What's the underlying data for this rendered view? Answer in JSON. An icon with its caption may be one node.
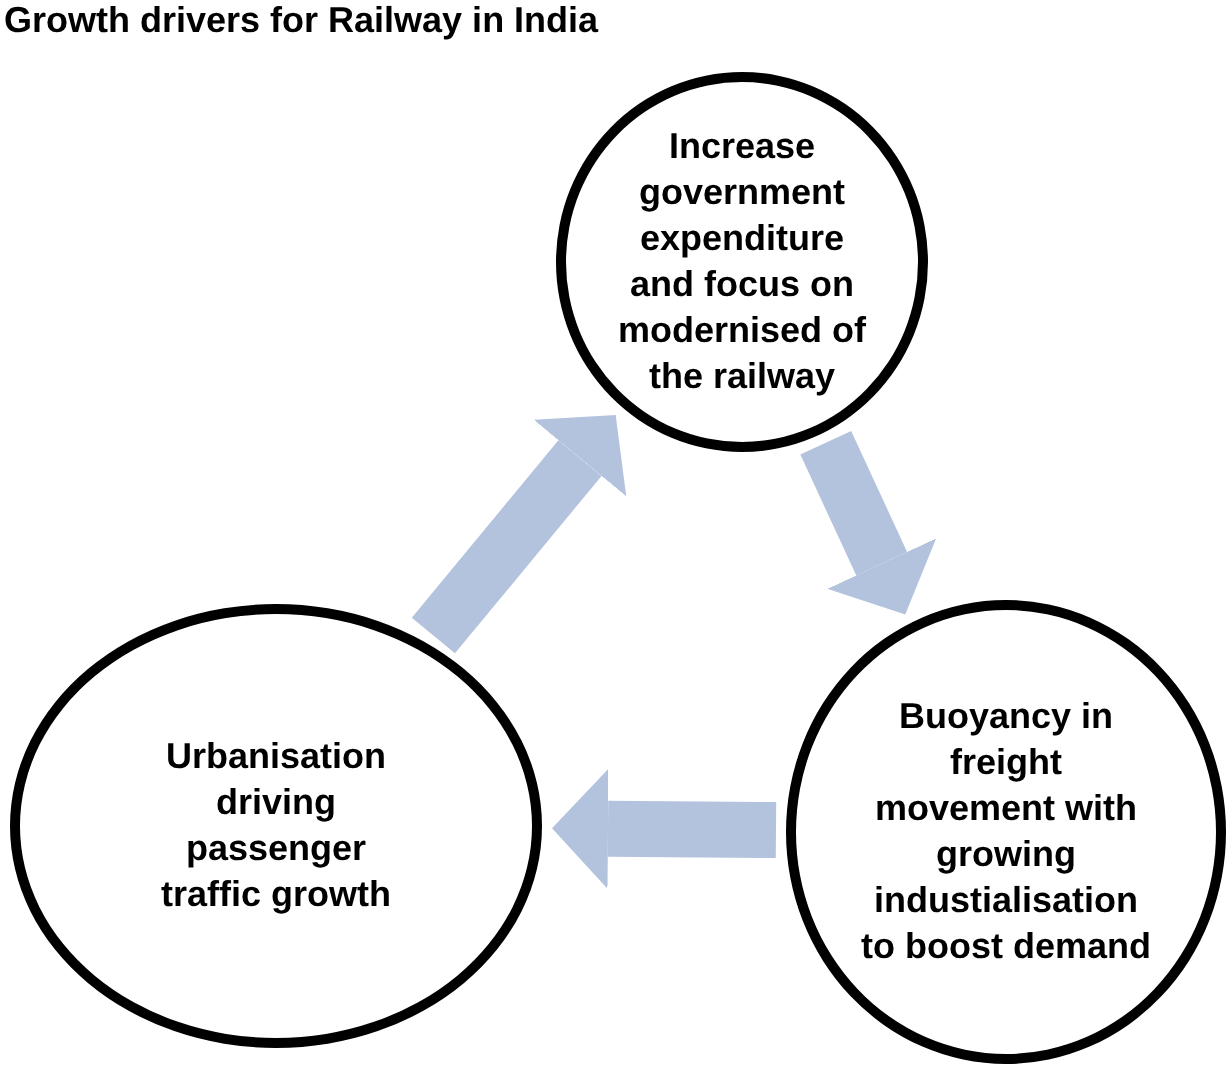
{
  "diagram": {
    "title": "Growth drivers for Railway in India",
    "nodes": [
      {
        "text": [
          "Increase government expenditure and focus on modernised of the railway"
        ]
      },
      {
        "text": [
          "Buoyancy in freight movement with growing industialisation to boost demand"
        ]
      },
      {
        "text": [
          "Urbanisation driving passenger traffic growth"
        ]
      }
    ],
    "edges": [
      {
        "from": 0,
        "to": 1,
        "arrow": "to"
      },
      {
        "from": 1,
        "to": 2,
        "arrow": "to"
      },
      {
        "from": 2,
        "to": 0,
        "arrow": "to"
      }
    ]
  }
}
